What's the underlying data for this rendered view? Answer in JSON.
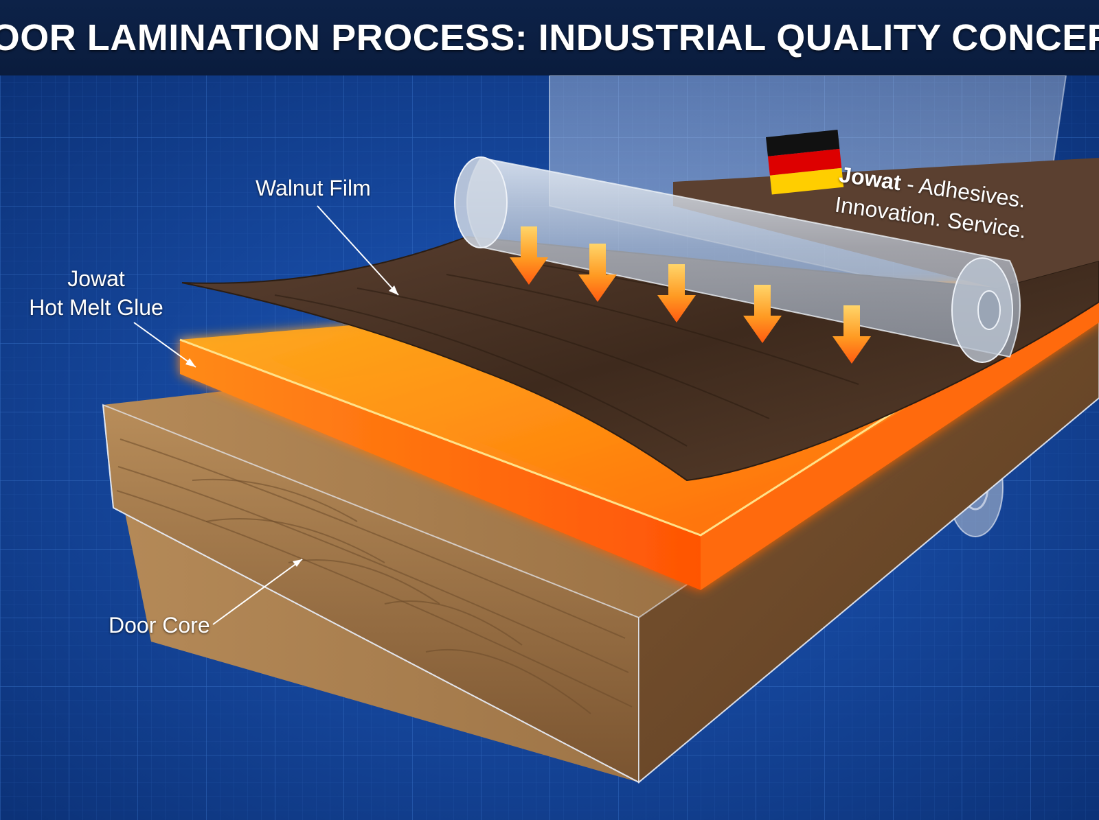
{
  "header": {
    "title": "DOOR LAMINATION PROCESS: INDUSTRIAL QUALITY CONCEPT"
  },
  "labels": {
    "walnut_film": "Walnut Film",
    "glue_line1": "Jowat",
    "glue_line2": "Hot Melt Glue",
    "door_core": "Door Core"
  },
  "brand": {
    "name": "Jowat",
    "separator": " - ",
    "slogan_part1": "Adhesives.",
    "slogan_line2": "Innovation. Service."
  },
  "icons": {
    "flag": "germany-flag-icon",
    "arrows": "heat-arrow-icon"
  },
  "colors": {
    "background": "#0f3d8a",
    "header": "#0a1c3d",
    "glue": "#ff7a10",
    "walnut": "#4a3324",
    "core_wood": "#a97f4e",
    "arrow": "#ff7a1a",
    "flag_black": "#111111",
    "flag_red": "#dd0000",
    "flag_gold": "#ffce00"
  }
}
